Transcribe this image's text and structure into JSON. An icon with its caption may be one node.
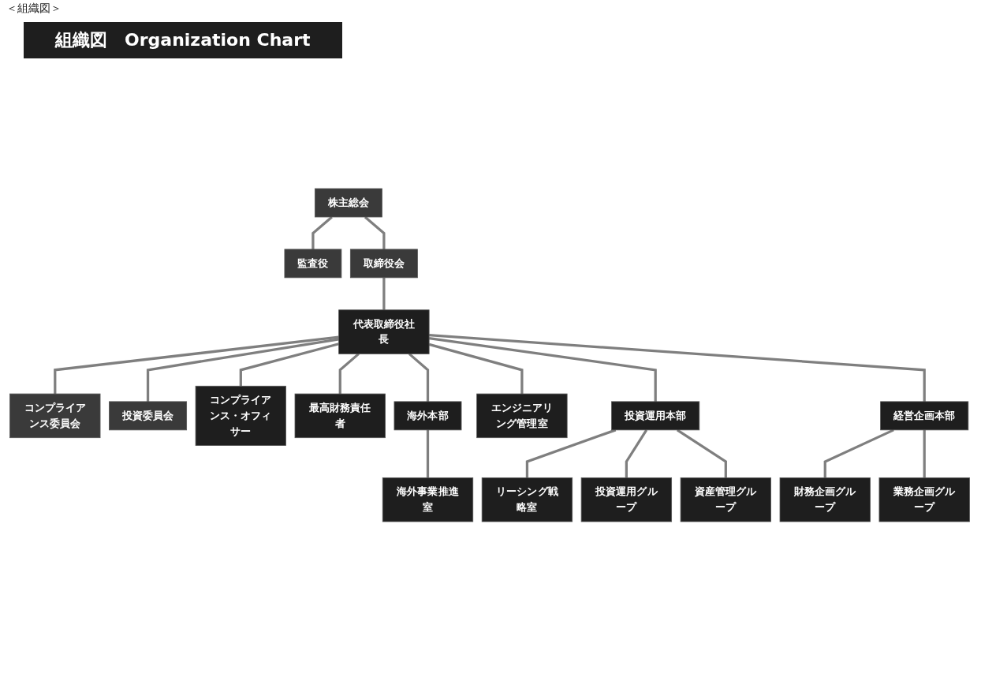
{
  "diagram": {
    "title": "組織図　Organization Chart",
    "nodes": [
      {
        "text": [
          "株主総会"
        ]
      },
      {
        "text": [
          "監査役"
        ]
      },
      {
        "text": [
          "取締役会"
        ]
      },
      {
        "text": [
          "代表取締役社長"
        ]
      },
      {
        "text": [
          "コンプライアンス委員会"
        ]
      },
      {
        "text": [
          "投資委員会"
        ]
      },
      {
        "text": [
          "コンプライアンス・オフィサー"
        ]
      },
      {
        "text": [
          "最高財務責任者"
        ]
      },
      {
        "text": [
          "海外本部"
        ]
      },
      {
        "text": [
          "エンジニアリング管理室"
        ]
      },
      {
        "text": [
          "投資運用本部"
        ]
      },
      {
        "text": [
          "経営企画本部"
        ]
      },
      {
        "text": [
          "海外事業推進室"
        ]
      },
      {
        "text": [
          "リーシング戦略室"
        ]
      },
      {
        "text": [
          "投資運用グループ"
        ]
      },
      {
        "text": [
          "資産管理グループ"
        ]
      },
      {
        "text": [
          "財務企画グループ"
        ]
      },
      {
        "text": [
          "業務企画グループ"
        ]
      }
    ],
    "edges": [
      {
        "from": 0,
        "to": 1,
        "arrow": "none"
      },
      {
        "from": 0,
        "to": 2,
        "arrow": "none"
      },
      {
        "from": 2,
        "to": 3,
        "arrow": "none"
      },
      {
        "from": 3,
        "to": 4,
        "arrow": "none"
      },
      {
        "from": 3,
        "to": 5,
        "arrow": "none"
      },
      {
        "from": 3,
        "to": 6,
        "arrow": "none"
      },
      {
        "from": 3,
        "to": 7,
        "arrow": "none"
      },
      {
        "from": 3,
        "to": 8,
        "arrow": "none"
      },
      {
        "from": 3,
        "to": 9,
        "arrow": "none"
      },
      {
        "from": 3,
        "to": 10,
        "arrow": "none"
      },
      {
        "from": 3,
        "to": 11,
        "arrow": "none"
      },
      {
        "from": 8,
        "to": 12,
        "arrow": "none"
      },
      {
        "from": 10,
        "to": 13,
        "arrow": "none"
      },
      {
        "from": 10,
        "to": 14,
        "arrow": "none"
      },
      {
        "from": 10,
        "to": 15,
        "arrow": "none"
      },
      {
        "from": 11,
        "to": 16,
        "arrow": "none"
      },
      {
        "from": 11,
        "to": 17,
        "arrow": "none"
      }
    ],
    "labels": [
      "＜組織図＞"
    ]
  }
}
